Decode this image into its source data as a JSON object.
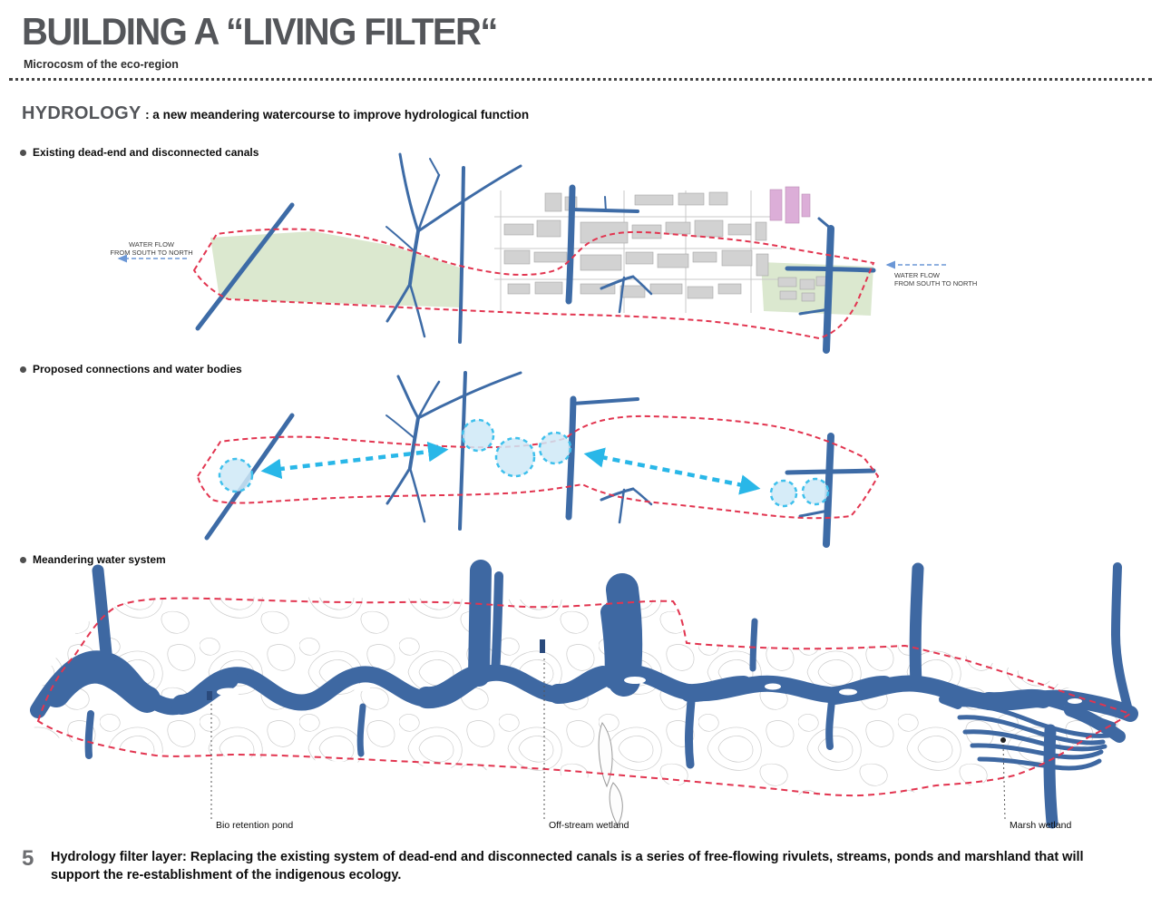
{
  "colors": {
    "title_gray": "#54565a",
    "canal_blue": "#3d6ba6",
    "boundary_red": "#e23550",
    "flow_cyan": "#29b7e8",
    "green_area": "#dbe8cf",
    "pink_building": "#dcaed8"
  },
  "header": {
    "title": "BUILDING A “LIVING FILTER“",
    "subtitle": "Microcosm of the eco-region"
  },
  "section": {
    "title": "HYDROLOGY",
    "subtitle": ": a new meandering watercourse to improve hydrological function"
  },
  "figures": [
    {
      "label": "Existing dead-end and disconnected canals"
    },
    {
      "label": "Proposed connections and water bodies"
    },
    {
      "label": "Meandering water system"
    }
  ],
  "annotations": {
    "water_flow_line1": "WATER FLOW",
    "water_flow_line2": "FROM SOUTH TO NORTH",
    "bio_retention_pond": "Bio retention pond",
    "off_stream_wetland": "Off-stream wetland",
    "marsh_wetland": "Marsh wetland"
  },
  "footer": {
    "page_number": "5",
    "caption": "Hydrology filter layer:  Replacing the existing system of dead-end and disconnected canals is a series of free-flowing rivulets, streams, ponds and marshland that will support the re-establishment of the indigenous ecology."
  }
}
